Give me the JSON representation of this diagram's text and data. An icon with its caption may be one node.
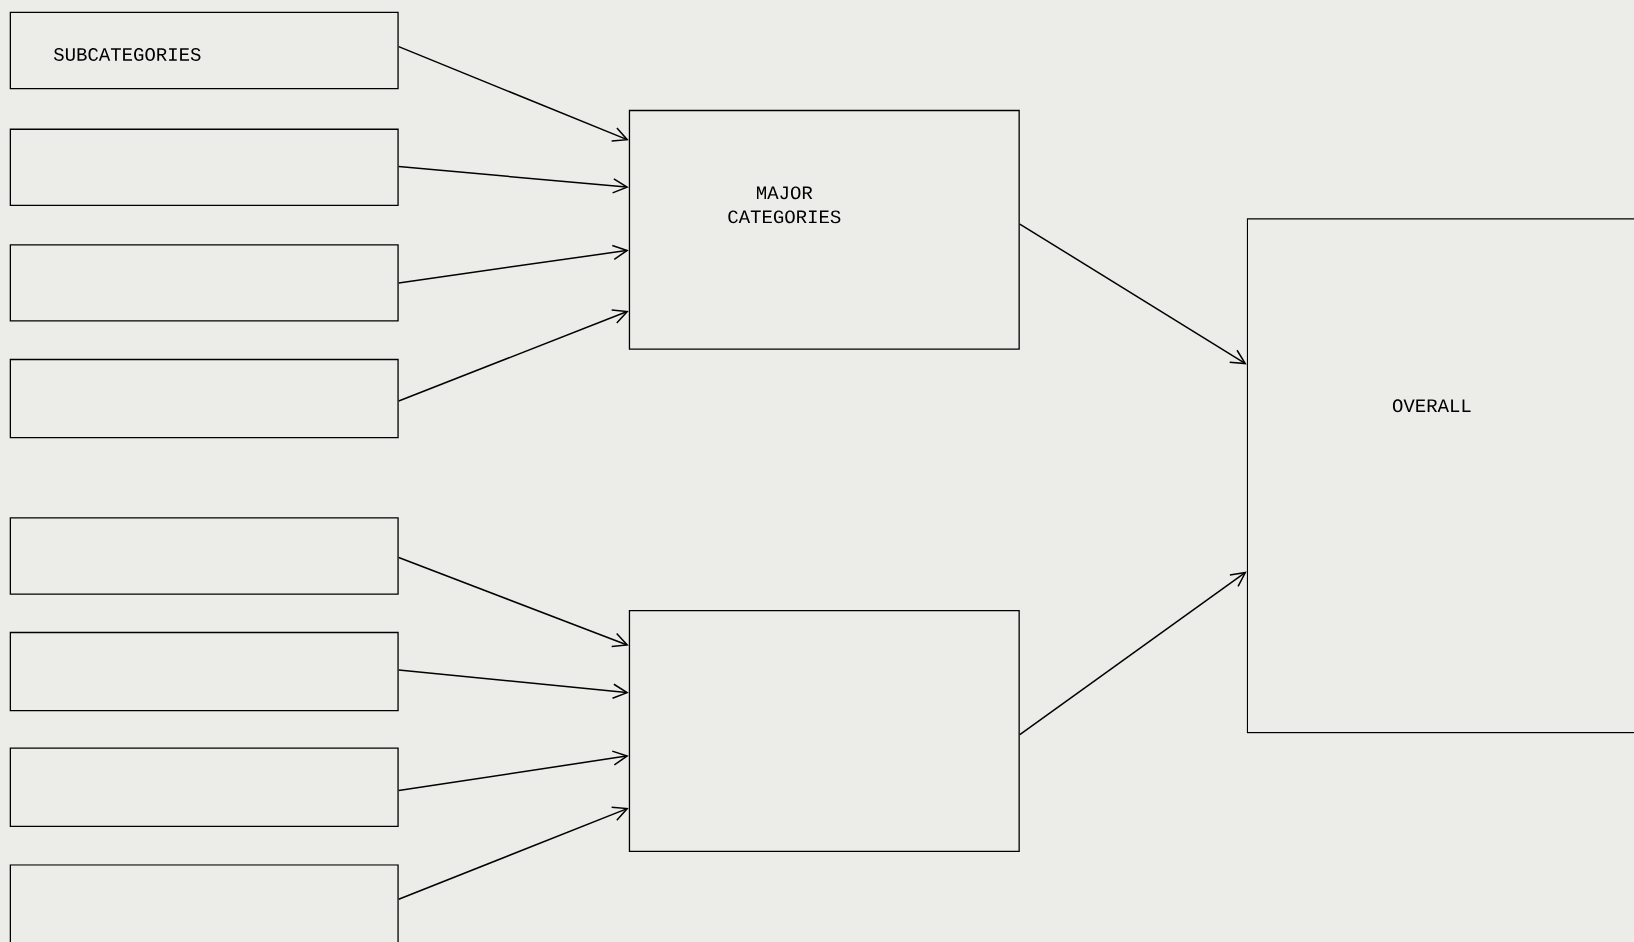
{
  "diagram": {
    "nodes": [
      {
        "text": [
          "SUBCATEGORIES"
        ]
      },
      {
        "text": [],
        "shape": "box"
      },
      {
        "text": [],
        "shape": "box"
      },
      {
        "text": [],
        "shape": "box"
      },
      {
        "text": [],
        "shape": "box"
      },
      {
        "text": [],
        "shape": "box"
      },
      {
        "text": [],
        "shape": "box"
      },
      {
        "text": [],
        "shape": "box"
      },
      {
        "text": [
          "MAJOR CATEGORIES"
        ]
      },
      {
        "text": [],
        "shape": "box"
      },
      {
        "text": [
          "OVERALL"
        ]
      }
    ],
    "edges": [
      {
        "from": 0,
        "to": 8,
        "arrow": "to"
      },
      {
        "from": 1,
        "to": 8,
        "arrow": "to"
      },
      {
        "from": 2,
        "to": 8,
        "arrow": "to"
      },
      {
        "from": 3,
        "to": 8,
        "arrow": "to"
      },
      {
        "from": 4,
        "to": 9,
        "arrow": "to"
      },
      {
        "from": 5,
        "to": 9,
        "arrow": "to"
      },
      {
        "from": 6,
        "to": 9,
        "arrow": "to"
      },
      {
        "from": 7,
        "to": 9,
        "arrow": "to"
      },
      {
        "from": 8,
        "to": 10,
        "arrow": "to"
      },
      {
        "from": 9,
        "to": 10,
        "arrow": "to"
      }
    ]
  }
}
